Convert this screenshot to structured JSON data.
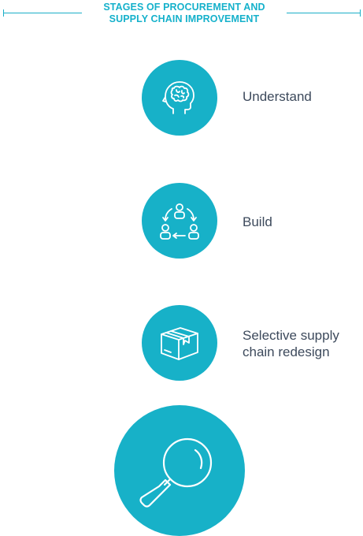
{
  "header": {
    "title_line1": "STAGES OF PROCUREMENT AND",
    "title_line2": "SUPPLY CHAIN IMPROVEMENT"
  },
  "stages": [
    {
      "icon": "brain-head-icon",
      "label": "Understand"
    },
    {
      "icon": "people-cycle-icon",
      "label": "Build"
    },
    {
      "icon": "package-box-icon",
      "label": "Selective supply chain redesign"
    },
    {
      "icon": "magnifier-icon",
      "label": ""
    }
  ],
  "colors": {
    "accent": "#17b1c8",
    "title": "#15b1cb",
    "label_text": "#3d4a5c"
  }
}
